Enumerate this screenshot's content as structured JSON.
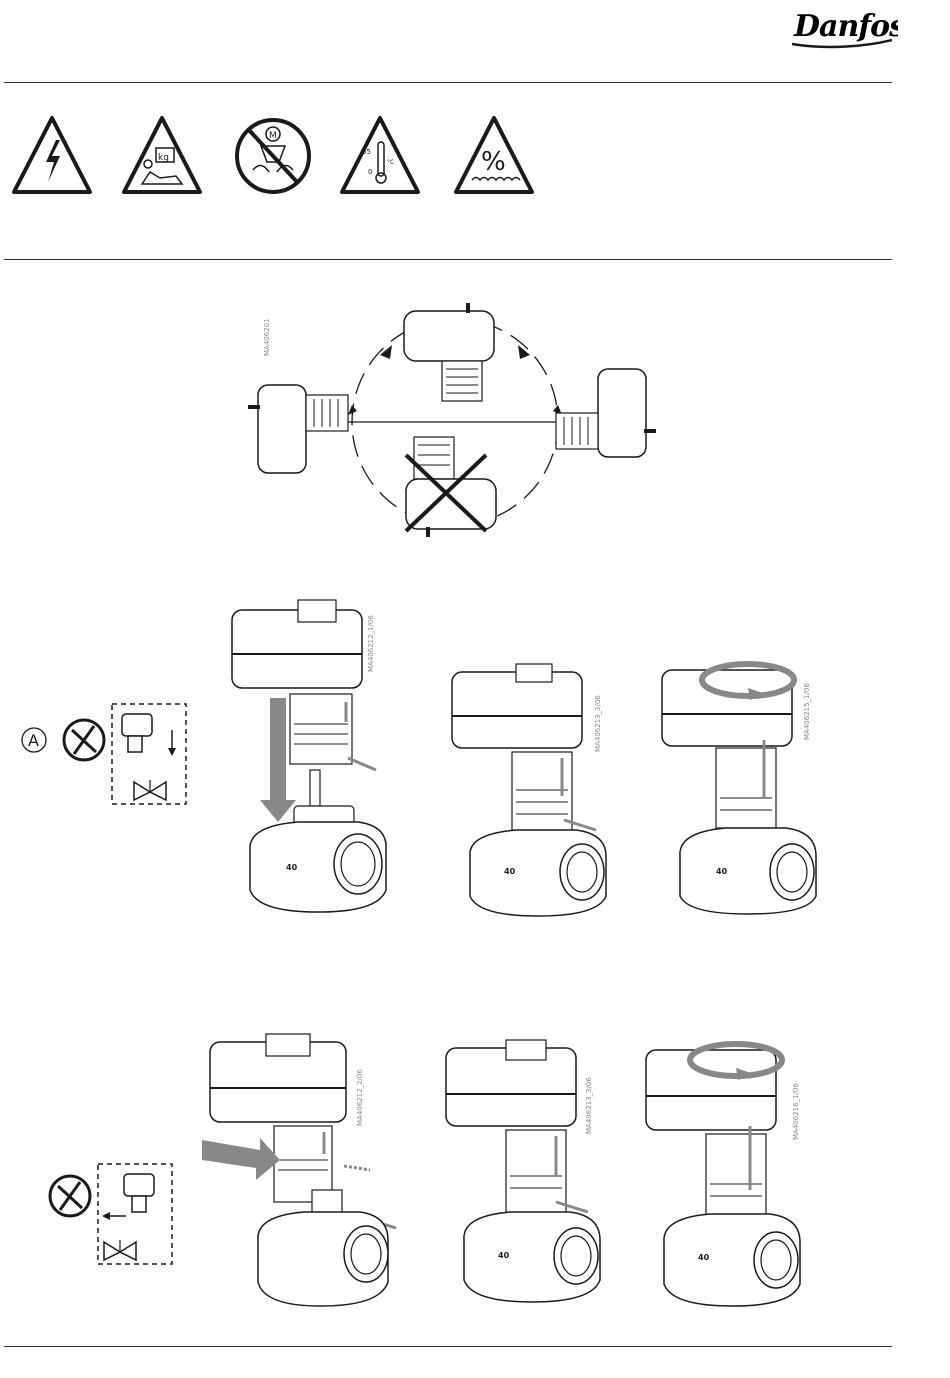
{
  "header": {
    "brand": "Danfoss"
  },
  "warning_icons": [
    {
      "name": "electric-hazard-icon"
    },
    {
      "name": "heavy-load-icon",
      "label": "kg"
    },
    {
      "name": "do-not-lift-by-motor-icon",
      "label": "M"
    },
    {
      "name": "temperature-limit-icon",
      "max": "55",
      "min": "0",
      "unit": "°C"
    },
    {
      "name": "humidity-icon",
      "label": "%"
    }
  ],
  "orientation": {
    "code": "MA406201"
  },
  "section_a": {
    "marker": "A",
    "codes": [
      "MA406212_1/06",
      "MA406213_3/06",
      "MA406215_1/06"
    ],
    "valve_marking": "40"
  },
  "section_b": {
    "codes": [
      "MA406212_2/06",
      "MA406213_3/06",
      "MA406216_1/06"
    ],
    "valve_marking": "40"
  }
}
